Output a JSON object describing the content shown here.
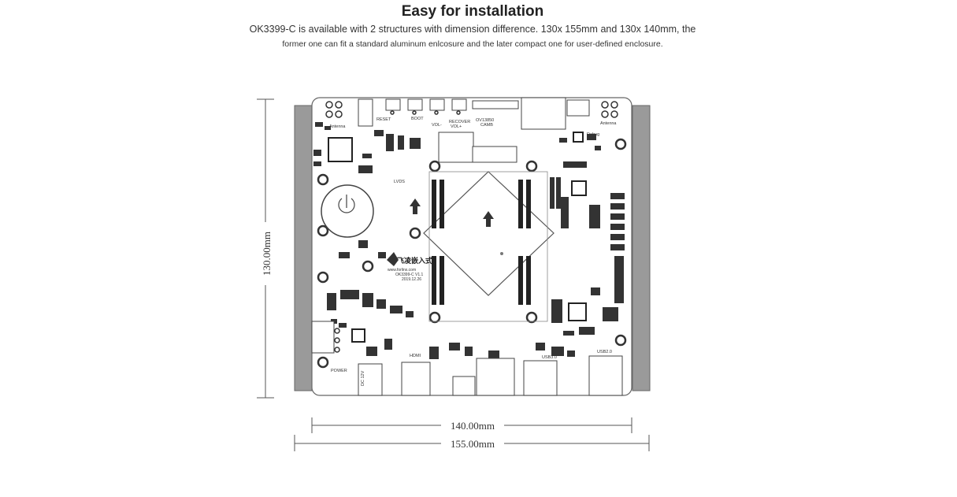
{
  "header": {
    "title": "Easy for installation",
    "line1": "OK3399-C is available with 2 structures with dimension difference. 130x 155mm and 130x 140mm, the",
    "line2": "former one can fit a standard aluminum enlcosure and the later compact one for user-defined enclosure."
  },
  "dimensions": {
    "height": "130.00mm",
    "inner_width": "140.00mm",
    "outer_width": "155.00mm"
  },
  "board": {
    "brand_label": "飞凌嵌入式",
    "site": "www.forlinx.com",
    "model": "OK3399-C V1.1",
    "date": "2019.12.26",
    "labels": [
      "Antenna",
      "RESET",
      "BOOT",
      "VOL-",
      "VOL+",
      "RECOVER",
      "OV13850",
      "CAMB",
      "Debug",
      "LVDS",
      "HDMI",
      "POWER",
      "USB3.0",
      "USB2.0",
      "DC 12V",
      "Antenna"
    ]
  },
  "colors": {
    "rail": "#9a9a9a",
    "line": "#555555",
    "board_outline": "#666666"
  }
}
